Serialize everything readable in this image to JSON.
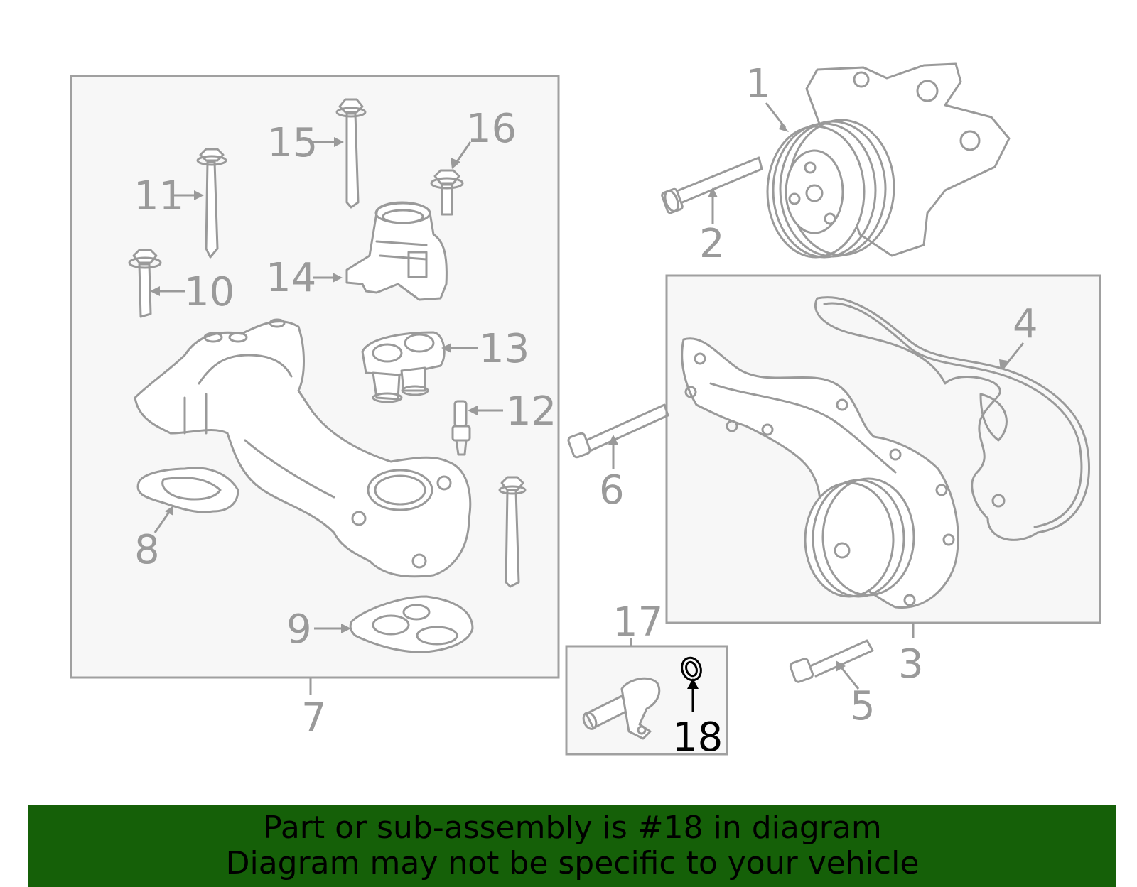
{
  "diagram": {
    "callouts": {
      "c1": "1",
      "c2": "2",
      "c3": "3",
      "c4": "4",
      "c5": "5",
      "c6": "6",
      "c7": "7",
      "c8": "8",
      "c9": "9",
      "c10": "10",
      "c11": "11",
      "c12": "12",
      "c13": "13",
      "c14": "14",
      "c15": "15",
      "c16": "16",
      "c17": "17",
      "c18": "18"
    },
    "highlighted_part": "18",
    "colors": {
      "line_art": "#9a9a9a",
      "highlight": "#000000",
      "box_fill": "#f7f7f7"
    }
  },
  "banner": {
    "line1": "Part or sub-assembly is #18 in diagram",
    "line2": "Diagram may not be specific to your vehicle",
    "background": "#156008"
  }
}
